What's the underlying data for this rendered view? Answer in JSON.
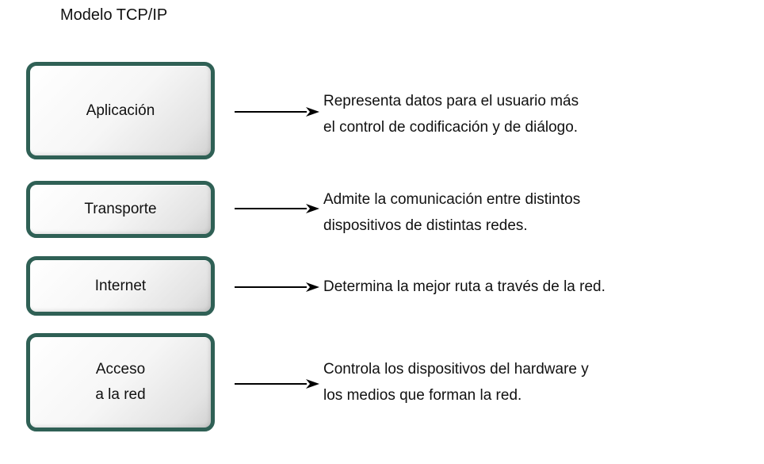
{
  "title": "Modelo TCP/IP",
  "colors": {
    "box_border": "#2f6055",
    "box_fill_light": "#ffffff",
    "box_fill_dark": "#d2d2d2",
    "text": "#111111",
    "arrow": "#000000"
  },
  "diagram": {
    "rows": [
      {
        "label": "Aplicación",
        "label_lines": [
          "Aplicación"
        ],
        "description": "Representa datos para el usuario más el control de codificación y de diálogo.",
        "description_lines": [
          "Representa datos para el usuario más",
          "el control de codificación y de diálogo."
        ]
      },
      {
        "label": "Transporte",
        "label_lines": [
          "Transporte"
        ],
        "description": "Admite la comunicación entre distintos dispositivos de distintas redes.",
        "description_lines": [
          "Admite la comunicación entre distintos",
          "dispositivos de distintas redes."
        ]
      },
      {
        "label": "Internet",
        "label_lines": [
          "Internet"
        ],
        "description": "Determina la mejor ruta a través de la red.",
        "description_lines": [
          "Determina la mejor ruta a través de la red."
        ]
      },
      {
        "label": "Acceso a la red",
        "label_lines": [
          "Acceso",
          "a la red"
        ],
        "description": "Controla los dispositivos del hardware y los medios que forman la red.",
        "description_lines": [
          "Controla los dispositivos del hardware y",
          "los medios que forman la red."
        ]
      }
    ]
  }
}
